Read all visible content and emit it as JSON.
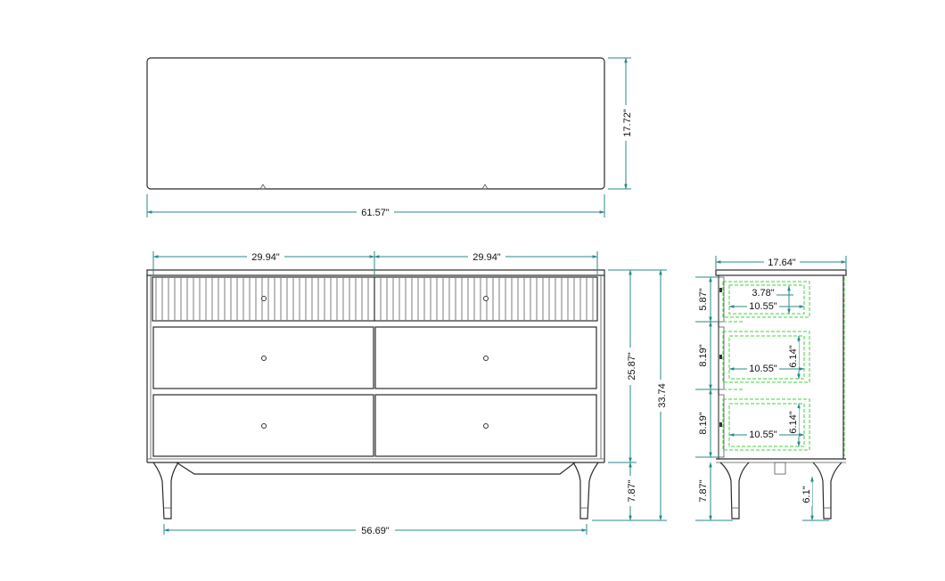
{
  "dimensions": {
    "top_width": "61.57\"",
    "top_depth": "17.72\"",
    "front_drawer_width_left": "29.94\"",
    "front_drawer_width_right": "29.94\"",
    "front_body_height": "25.87\"",
    "front_leg_height": "7.87\"",
    "total_height": "33.74",
    "leg_span": "56.69\"",
    "side_depth": "17.64\"",
    "side_top_drawer_height": "5.87\"",
    "side_mid_drawer_height": "8.19\"",
    "side_bottom_drawer_height": "8.19\"",
    "side_leg_height": "7.87\"",
    "interior_top_height": "3.78\"",
    "interior_top_depth": "10.55\"",
    "interior_mid_height": "6.14\"",
    "interior_mid_depth": "10.55\"",
    "interior_bottom_height": "6.14\"",
    "interior_bottom_depth": "10.55\"",
    "side_leg_inset": "6.1\""
  },
  "colors": {
    "outline": "#2b2b2b",
    "dimension": "#2a8a8a",
    "interior": "#3fd43f"
  }
}
